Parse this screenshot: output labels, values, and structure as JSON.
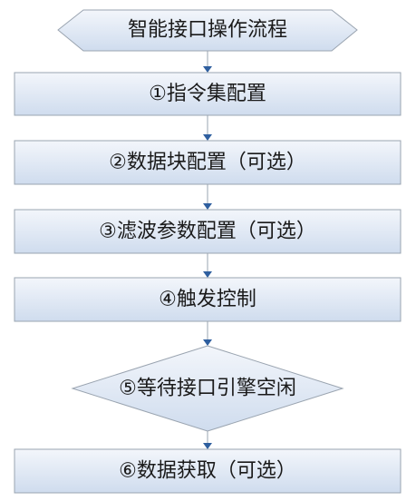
{
  "title": "智能接口操作流程",
  "steps": [
    {
      "label": "①指令集配置"
    },
    {
      "label": "②数据块配置（可选）"
    },
    {
      "label": "③滤波参数配置（可选）"
    },
    {
      "label": "④触发控制"
    },
    {
      "label": "⑤等待接口引擎空闲"
    },
    {
      "label": "⑥数据获取（可选）"
    }
  ],
  "colors": {
    "fill_top": "#f3f6fb",
    "fill_bottom": "#cfdcee",
    "stroke": "#9aa4b0",
    "arrow": "#2f5f9f",
    "text": "#1a1a1a"
  }
}
